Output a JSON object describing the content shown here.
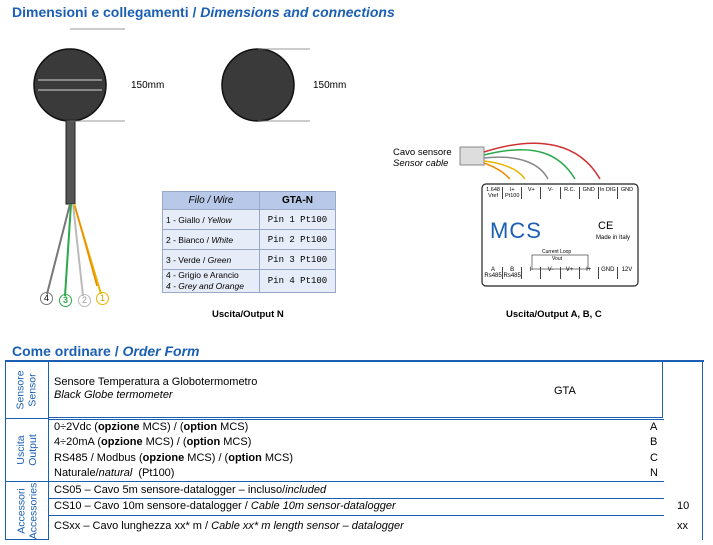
{
  "section1": {
    "title_it": "Dimensioni e collegamenti",
    "sep": "/",
    "title_en": "Dimensions and connections"
  },
  "section2": {
    "title_it": "Come ordinare",
    "sep": "/",
    "title_en": "Order Form"
  },
  "dims": {
    "left": "150mm",
    "right": "150mm"
  },
  "wire_table": {
    "header": {
      "filo": "Filo",
      "sep": "/",
      "wire": "Wire",
      "model": "GTA-N"
    },
    "rows": [
      {
        "it": "1 - Giallo /",
        "en": "Yellow",
        "pin": "Pin 1 Pt100"
      },
      {
        "it": "2 - Bianco /",
        "en": "White",
        "pin": "Pin 2 Pt100"
      },
      {
        "it": "3 - Verde /",
        "en": "Green",
        "pin": "Pin 3 Pt100"
      },
      {
        "it": "4 - Grigio e Arancio",
        "en": "4 - Grey and Orange",
        "pin": "Pin 4 Pt100"
      }
    ]
  },
  "wire_numbers": [
    "4",
    "3",
    "2",
    "1"
  ],
  "caption_n": "Uscita/Output N",
  "caption_abc": "Uscita/Output A, B, C",
  "sensor_cable": {
    "it": "Cavo sensore",
    "en": "Sensor cable"
  },
  "mcs": {
    "top_terminals": [
      "1.648 Vref",
      "I+ Pt100",
      "V+",
      "V-",
      "R.C.",
      "GND",
      "In DIG",
      "GND"
    ],
    "logo": "MCS",
    "ce": "CE",
    "made": "Made in Italy",
    "loop1": "Current Loop",
    "loop2": "Vout",
    "bottom_terminals": [
      "A Rs485",
      "B Rs485",
      "I-",
      "V-",
      "V+",
      "I+",
      "GND",
      "12V"
    ]
  },
  "order": {
    "groups": [
      {
        "side": "Sensore\nSensor"
      },
      {
        "side": "Uscita\nOutput"
      },
      {
        "side": "Accessori\nAccessories"
      }
    ],
    "sensor_row": {
      "it": "Sensore Temperatura a Globotermometro",
      "en": "Black Globe termometer",
      "code": "GTA"
    },
    "outputs": [
      {
        "pre": "0÷2Vdc (",
        "b1": "opzione",
        "mid": " MCS) / (",
        "b2": "option",
        "post": " MCS)",
        "code": "A"
      },
      {
        "pre": "4÷20mA (",
        "b1": "opzione",
        "mid": " MCS) / (",
        "b2": "option",
        "post": " MCS)",
        "code": "B"
      },
      {
        "pre": "RS485 / Modbus (",
        "b1": "opzione",
        "mid": " MCS) / (",
        "b2": "option",
        "post": " MCS)",
        "code": "C"
      },
      {
        "pre": "Naturale/",
        "b1": "",
        "mid": "natural",
        "b2": "",
        "post": "  (Pt100)",
        "code": "N"
      }
    ],
    "accessories": [
      {
        "it": "CS05 – Cavo 5m sensore-datalogger – incluso/",
        "en": "included",
        "code": ""
      },
      {
        "it": "CS10 – Cavo 10m sensore-datalogger / ",
        "en": "Cable 10m  sensor-datalogger",
        "code": "10"
      },
      {
        "it": "CSxx – Cavo lunghezza xx* m / ",
        "en": "Cable xx* m length sensor – datalogger",
        "code": "xx"
      }
    ]
  },
  "colors": {
    "accent": "#1a5fb4",
    "header_bg": "#b8c8e8",
    "cell_bg": "#e6ecf8"
  }
}
